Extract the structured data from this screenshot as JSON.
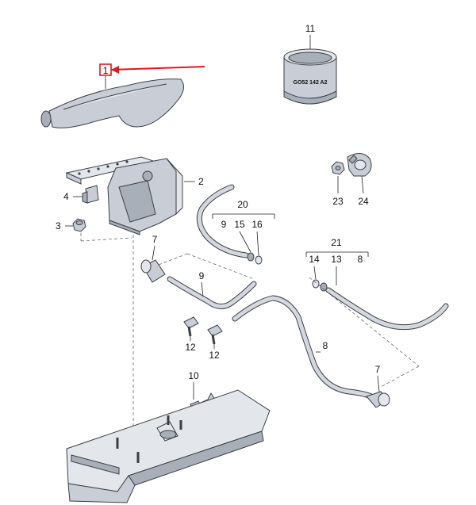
{
  "callouts": {
    "c1": "1",
    "c2": "2",
    "c3": "3",
    "c4": "4",
    "c7a": "7",
    "c7b": "7",
    "c8a": "8",
    "c8b": "8",
    "c9a": "9",
    "c9b": "9",
    "c10": "10",
    "c11": "11",
    "c12a": "12",
    "c12b": "12",
    "c13": "13",
    "c14": "14",
    "c15": "15",
    "c16": "16",
    "c20": "20",
    "c21": "21",
    "c23": "23",
    "c24": "24"
  },
  "part_markings": {
    "part11_code": "GO52 142 A2"
  },
  "colors": {
    "highlight": "#e8161b",
    "part_fill": "#c9ced6",
    "outline": "#3a3f46"
  }
}
